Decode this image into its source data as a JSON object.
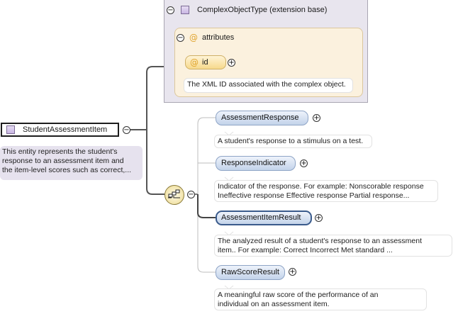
{
  "complex_type": {
    "label": "ComplexObjectType (extension base)"
  },
  "attributes": {
    "group_label": "attributes",
    "at_symbol": "@",
    "id_attr": {
      "name": "id",
      "description": "The XML ID associated with the complex object."
    }
  },
  "main_element": {
    "name": "StudentAssessmentItem",
    "description": "This entity represents the student's\nresponse to an assessment item and\nthe item-level scores such as correct,..."
  },
  "toggles": {
    "collapse": "−",
    "expand": "+"
  },
  "children": [
    {
      "name": "AssessmentResponse",
      "description": "A student's response to a stimulus on a test."
    },
    {
      "name": "ResponseIndicator",
      "description": "Indicator of the response. For example: Nonscorable response\nIneffective response Effective response Partial response..."
    },
    {
      "name": "AssessmentItemResult",
      "description": "The analyzed result of a student's response to an assessment\nitem.. For example: Correct Incorrect Met standard ..."
    },
    {
      "name": "RawScoreResult",
      "description": "A meaningful raw score of the performance of an\nindividual on an assessment item."
    }
  ]
}
